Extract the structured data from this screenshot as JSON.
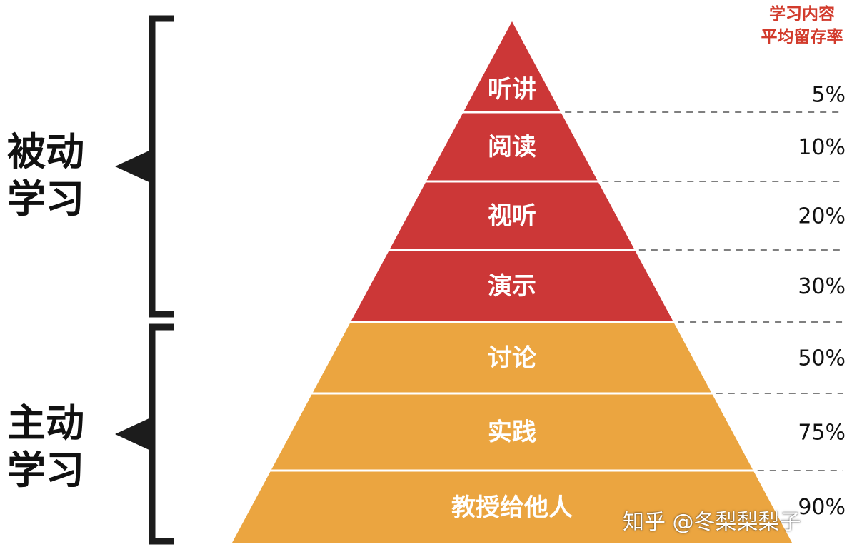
{
  "header": {
    "line1": "学习内容",
    "line2": "平均留存率"
  },
  "groups": {
    "passive": {
      "line1": "被动",
      "line2": "学习"
    },
    "active": {
      "line1": "主动",
      "line2": "学习"
    }
  },
  "colors": {
    "passive": "#cc3737",
    "active": "#eba540",
    "header_text": "#d23b2c",
    "bracket": "#1c1c1c",
    "text_dark": "#111111"
  },
  "chart_data": {
    "type": "pyramid",
    "levels": [
      {
        "label": "听讲",
        "retention": "5%",
        "value": 5,
        "group": "passive"
      },
      {
        "label": "阅读",
        "retention": "10%",
        "value": 10,
        "group": "passive"
      },
      {
        "label": "视听",
        "retention": "20%",
        "value": 20,
        "group": "passive"
      },
      {
        "label": "演示",
        "retention": "30%",
        "value": 30,
        "group": "passive"
      },
      {
        "label": "讨论",
        "retention": "50%",
        "value": 50,
        "group": "active"
      },
      {
        "label": "实践",
        "retention": "75%",
        "value": 75,
        "group": "active"
      },
      {
        "label": "教授给他人",
        "retention": "90%",
        "value": 90,
        "group": "active"
      }
    ]
  },
  "watermark": "知乎 @冬梨梨梨子"
}
